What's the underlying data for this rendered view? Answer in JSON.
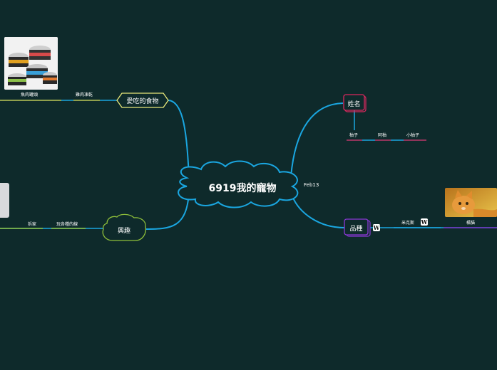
{
  "central_topic": "6919我的寵物",
  "date_note": "Feb13",
  "branches": {
    "favorite_food": {
      "label": "愛吃的食物",
      "items": [
        "雞肉凍乾",
        "魚肉罐頭"
      ]
    },
    "hobbies": {
      "label": "興趣",
      "items": [
        "玩各種的線",
        "拆家"
      ]
    },
    "name": {
      "label": "姓名",
      "items": [
        "柚子",
        "阿柚",
        "小柚子"
      ]
    },
    "breed": {
      "label": "品種",
      "items": [
        "米克斯",
        "橘貓"
      ]
    }
  },
  "icons": {
    "wiki_badge": "wikipedia-icon",
    "food_image": "cat-food-cans-image",
    "cat_image": "orange-cat-image",
    "left_image": "partial-image"
  },
  "colors": {
    "background": "#0e2a2b",
    "connector": "#1aa6e0",
    "food_border": "#e8e87a",
    "hobby_border": "#8fbf3a",
    "name_border": "#d9285e",
    "breed_border": "#8a38d6",
    "line_yellow": "#b9b33a",
    "line_pink": "#b8234d",
    "line_purple": "#7a2fc0"
  }
}
